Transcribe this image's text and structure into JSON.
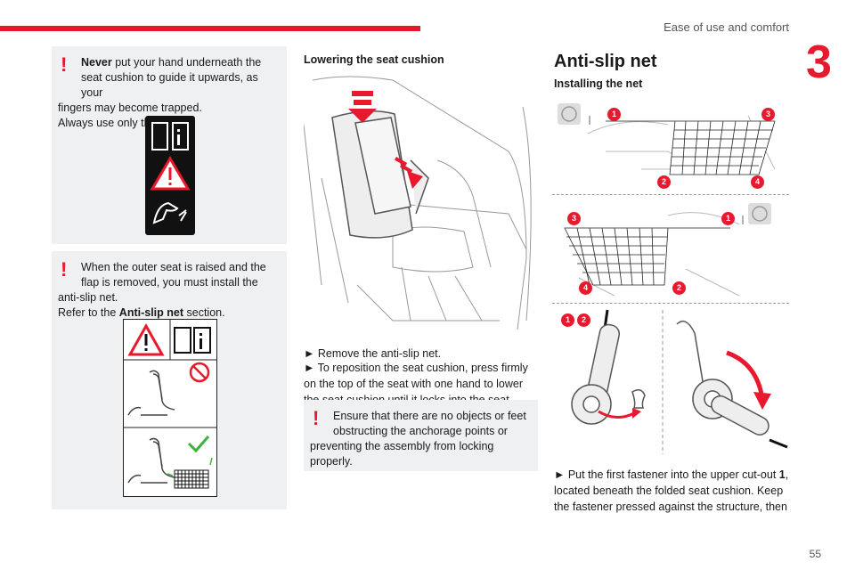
{
  "header": {
    "title": "Ease of use and comfort",
    "chapter": "3",
    "page_number": "55"
  },
  "warnings": {
    "w1": {
      "bold": "Never",
      "line1": " put your hand underneath the seat cushion to guide it upwards, as your",
      "line2": "fingers may become trapped.",
      "line3": "Always use only the strap."
    },
    "w2": {
      "line1": "When the outer seat is raised and the flap is removed, you must install the",
      "line2": "anti-slip net.",
      "line3_pre": "Refer to the ",
      "line3_bold": "Anti-slip net",
      "line3_post": " section."
    },
    "w3": {
      "line1": "Ensure that there are no objects or feet obstructing the anchorage points or",
      "line2": "preventing the assembly from locking",
      "line3": "properly."
    }
  },
  "middle": {
    "heading": "Lowering the seat cushion",
    "step1": "► Remove the anti-slip net.",
    "step2": "► To reposition the seat cushion, press firmly on the top of the seat with one hand to lower the seat cushion until it locks into the seat position."
  },
  "right": {
    "heading": "Anti-slip net",
    "subheading": "Installing the net",
    "badges": {
      "b1": "1",
      "b2": "2",
      "b3": "3",
      "b4": "4"
    },
    "step_pre": "► Put the first fastener into the upper cut-out ",
    "step_bold": "1",
    "step_post": ", located beneath the folded seat cushion. Keep the fastener pressed against the structure, then"
  },
  "colors": {
    "accent": "#e8192c",
    "box_bg": "#eef0f2"
  }
}
